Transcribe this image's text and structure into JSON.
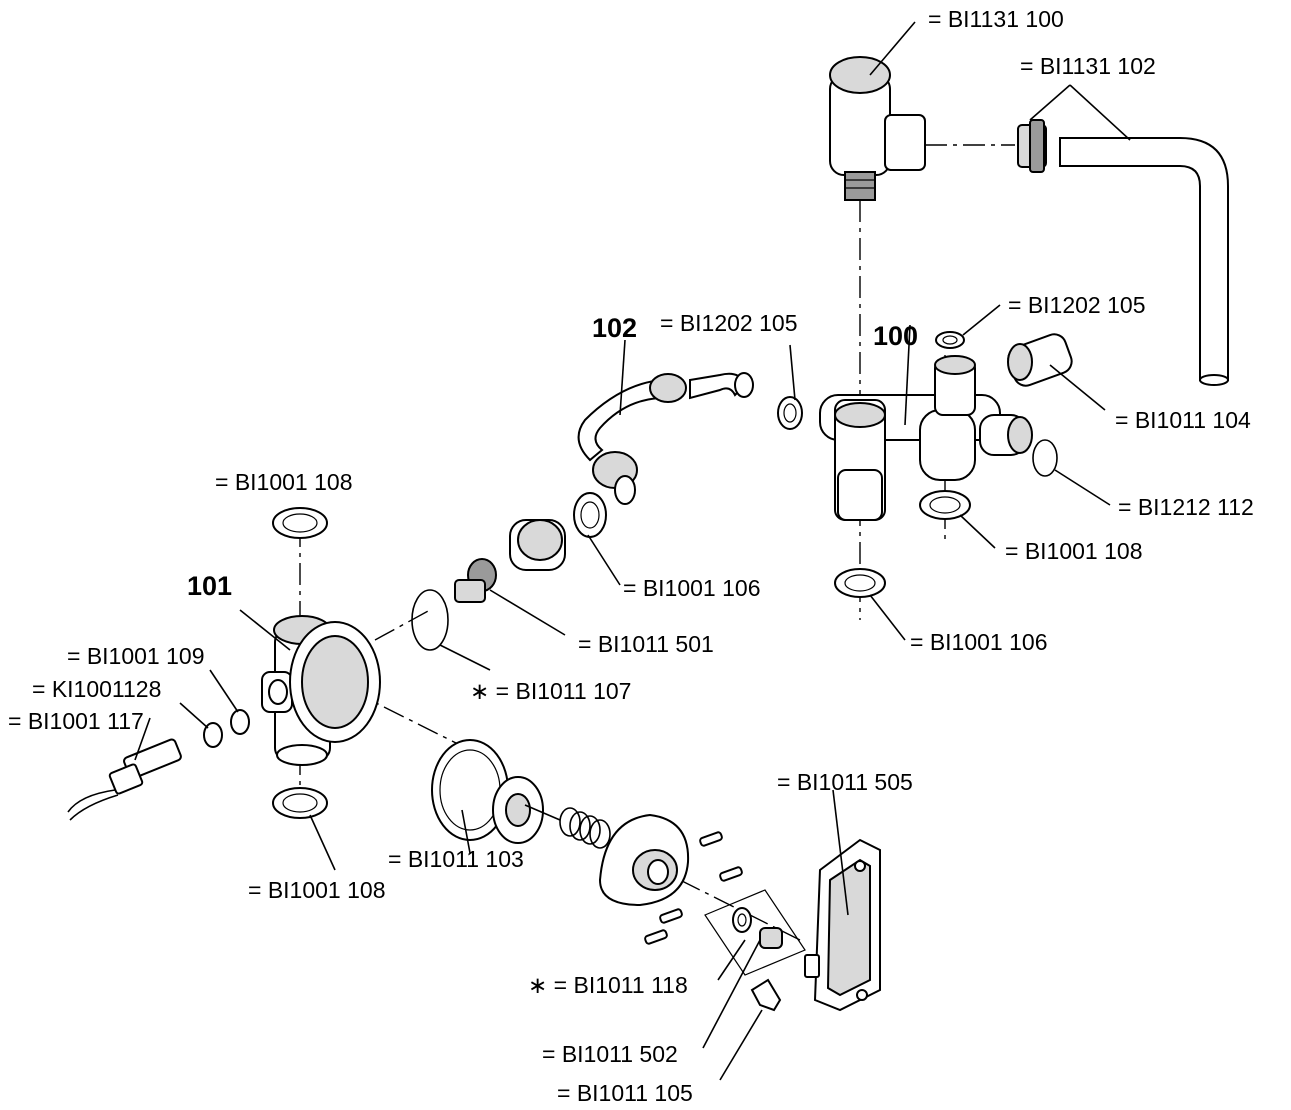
{
  "assembly_numbers": {
    "n100": "100",
    "n101": "101",
    "n102": "102"
  },
  "labels": {
    "bi1131_100": "= BI1131 100",
    "bi1131_102": "= BI1131 102",
    "bi1202_105_top": "= BI1202 105",
    "bi1202_105_pipe": "= BI1202 105",
    "bi1011_104": "= BI1011 104",
    "bi1212_112": "= BI1212 112",
    "bi1001_108_right": "= BI1001 108",
    "bi1001_106_right": "= BI1001 106",
    "bi1001_106_mid": "= BI1001 106",
    "bi1011_501": "= BI1011 501",
    "bi1011_107": "∗ = BI1011 107",
    "bi1001_108_top": "= BI1001 108",
    "bi1001_109": "= BI1001 109",
    "ki1001128": "= KI1001128",
    "bi1001_117": "= BI1001 117",
    "bi1001_108_bottom": "= BI1001 108",
    "bi1011_103": "= BI1011 103",
    "bi1011_505": "= BI1011 505",
    "bi1011_118": "∗ = BI1011 118",
    "bi1011_502": "= BI1011 502",
    "bi1011_105": "= BI1011 105"
  }
}
